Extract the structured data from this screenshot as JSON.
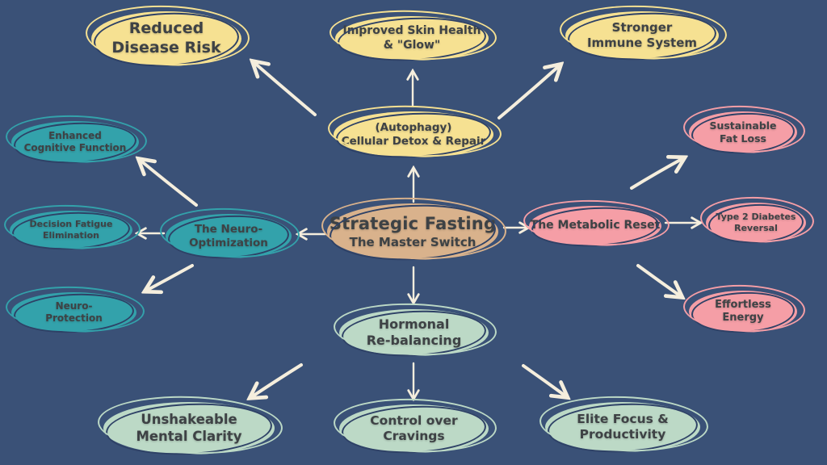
{
  "diagram_type": "mind-map",
  "colors": {
    "background": "#3a5177",
    "outline_navy": "#2e4166",
    "yellow_branch": "#f6e192",
    "tan_center": "#d9b28c",
    "pink_branch": "#f59ea6",
    "teal_branch": "#33a2ab",
    "mint_branch": "#bcd9c6",
    "arrow": "#f5eedd",
    "text": "#3e4245"
  },
  "nodes": {
    "center": {
      "title": "Strategic Fasting",
      "subtitle": "The Master Switch"
    },
    "autophagy": {
      "label": "(Autophagy)\nCellular Detox & Repair"
    },
    "reduced_disease": {
      "label": "Reduced\nDisease Risk"
    },
    "skin": {
      "label": "Improved Skin Health\n& \"Glow\""
    },
    "immune": {
      "label": "Stronger\nImmune System"
    },
    "metabolic": {
      "label": "The Metabolic Reset"
    },
    "fat_loss": {
      "label": "Sustainable\nFat Loss"
    },
    "diabetes": {
      "label": "Type 2 Diabetes\nReversal"
    },
    "energy": {
      "label": "Effortless\nEnergy"
    },
    "neuro": {
      "label": "The Neuro-\nOptimization"
    },
    "cognitive": {
      "label": "Enhanced\nCognitive Function"
    },
    "decision": {
      "label": "Decision Fatigue\nElimination"
    },
    "protection": {
      "label": "Neuro-\nProtection"
    },
    "hormonal": {
      "label": "Hormonal\nRe-balancing"
    },
    "clarity": {
      "label": "Unshakeable\nMental Clarity"
    },
    "cravings": {
      "label": "Control over\nCravings"
    },
    "focus": {
      "label": "Elite Focus &\nProductivity"
    }
  },
  "edges": [
    {
      "from": "center",
      "to": "autophagy"
    },
    {
      "from": "autophagy",
      "to": "reduced_disease"
    },
    {
      "from": "autophagy",
      "to": "skin"
    },
    {
      "from": "autophagy",
      "to": "immune"
    },
    {
      "from": "center",
      "to": "metabolic"
    },
    {
      "from": "metabolic",
      "to": "fat_loss"
    },
    {
      "from": "metabolic",
      "to": "diabetes"
    },
    {
      "from": "metabolic",
      "to": "energy"
    },
    {
      "from": "center",
      "to": "neuro"
    },
    {
      "from": "neuro",
      "to": "cognitive"
    },
    {
      "from": "neuro",
      "to": "decision"
    },
    {
      "from": "neuro",
      "to": "protection"
    },
    {
      "from": "center",
      "to": "hormonal"
    },
    {
      "from": "hormonal",
      "to": "clarity"
    },
    {
      "from": "hormonal",
      "to": "cravings"
    },
    {
      "from": "hormonal",
      "to": "focus"
    }
  ]
}
